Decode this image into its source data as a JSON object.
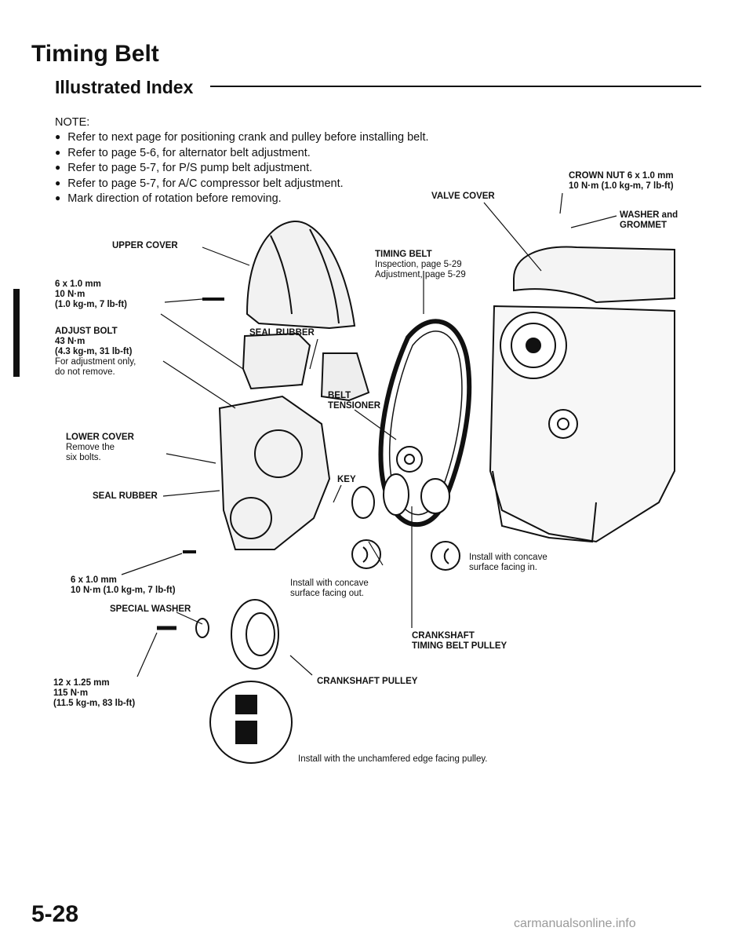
{
  "header": {
    "title": "Timing Belt",
    "subtitle": "Illustrated Index"
  },
  "notes": {
    "heading": "NOTE:",
    "items": [
      "Refer to next page for positioning crank and pulley before installing belt.",
      "Refer to page 5-6, for alternator belt adjustment.",
      "Refer to page 5-7, for P/S pump belt adjustment.",
      "Refer to page 5-7, for A/C compressor belt adjustment.",
      "Mark direction of rotation before removing."
    ]
  },
  "labels": {
    "crown_nut": {
      "line1": "CROWN NUT 6 x 1.0 mm",
      "line2": "10 N·m (1.0 kg-m, 7 lb-ft)"
    },
    "valve_cover": "VALVE COVER",
    "washer": {
      "line1": "WASHER and",
      "line2": "GROMMET"
    },
    "upper_cover": "UPPER COVER",
    "timing_belt": {
      "line1": "TIMING BELT",
      "line2": "Inspection, page 5-29",
      "line3": "Adjustment, page 5-29"
    },
    "bolt_6x1_top": {
      "line1": "6 x 1.0 mm",
      "line2": "10 N·m",
      "line3": "(1.0 kg-m, 7 lb-ft)"
    },
    "adjust_bolt": {
      "line1": "ADJUST BOLT",
      "line2": "43 N·m",
      "line3": "(4.3 kg-m, 31 lb-ft)",
      "line4": "For adjustment only,",
      "line5": "do not remove."
    },
    "seal_rubber_top": "SEAL RUBBER",
    "belt_tensioner": {
      "line1": "BELT",
      "line2": "TENSIONER"
    },
    "lower_cover": {
      "line1": "LOWER COVER",
      "line2": "Remove the",
      "line3": "six bolts."
    },
    "key": "KEY",
    "seal_rubber_bottom": "SEAL RUBBER",
    "install_in": {
      "line1": "Install with concave",
      "line2": "surface facing in."
    },
    "install_out": {
      "line1": "Install with concave",
      "line2": "surface facing out."
    },
    "bolt_6x1_bottom": {
      "line1": "6 x 1.0 mm",
      "line2": "10 N·m (1.0 kg-m, 7 lb-ft)"
    },
    "special_washer": "SPECIAL WASHER",
    "crank_timing_pulley": {
      "line1": "CRANKSHAFT",
      "line2": "TIMING BELT PULLEY"
    },
    "crank_pulley": "CRANKSHAFT PULLEY",
    "bolt_12x125": {
      "line1": "12 x 1.25 mm",
      "line2": "115 N·m",
      "line3": "(11.5 kg-m, 83 lb-ft)"
    },
    "unchamfered": "Install with the unchamfered edge facing pulley."
  },
  "page_number": "5-28",
  "footer": "carmanualsonline.info"
}
